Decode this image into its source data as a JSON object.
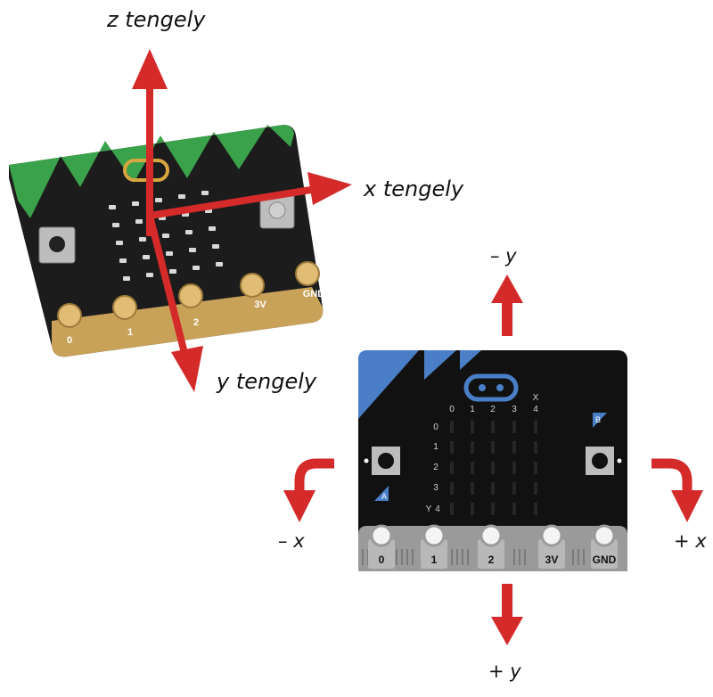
{
  "photo_board": {
    "axes": {
      "z": "z tengely",
      "x": "x tengely",
      "y": "y tengely"
    },
    "pins": [
      "0",
      "1",
      "2",
      "3V",
      "GND"
    ]
  },
  "diagram_board": {
    "directions": {
      "minus_y": "– y",
      "plus_y": "+ y",
      "minus_x": "– x",
      "plus_x": "+ x"
    },
    "pins": [
      "0",
      "1",
      "2",
      "3V",
      "GND"
    ],
    "grid": {
      "x_marker": "X",
      "y_marker": "Y",
      "col_indices": [
        "0",
        "1",
        "2",
        "3",
        "4"
      ],
      "row_indices": [
        "0",
        "1",
        "2",
        "3",
        "4"
      ]
    },
    "buttons": {
      "a": "A",
      "b": "B"
    }
  },
  "colors": {
    "arrow_red": "#d42a2a",
    "photo_green": "#3aa24a",
    "diagram_blue": "#4a7fc8",
    "board_black": "#111111",
    "edge_gray": "#9a9a9a"
  }
}
